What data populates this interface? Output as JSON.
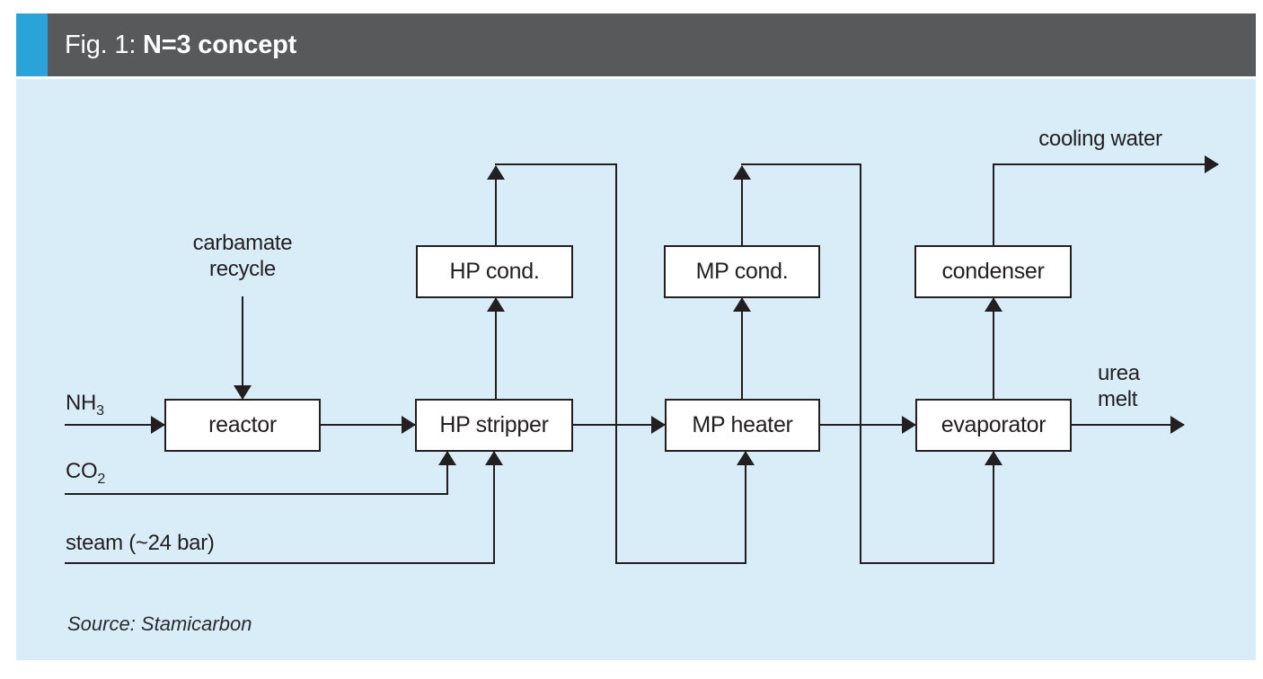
{
  "figure": {
    "prefix": "Fig. 1: ",
    "title": "N=3 concept"
  },
  "boxes": {
    "reactor": "reactor",
    "hp_stripper": "HP stripper",
    "mp_heater": "MP heater",
    "evaporator": "evaporator",
    "hp_cond": "HP cond.",
    "mp_cond": "MP cond.",
    "condenser": "condenser"
  },
  "streams": {
    "nh3": {
      "base": "NH",
      "sub": "3"
    },
    "co2": {
      "base": "CO",
      "sub": "2"
    },
    "steam": "steam (~24 bar)",
    "carbamate": {
      "line1": "carbamate",
      "line2": "recycle"
    },
    "cooling_water": "cooling water",
    "urea_melt": {
      "line1": "urea",
      "line2": "melt"
    }
  },
  "source": "Source: Stamicarbon",
  "colors": {
    "accent_blue": "#2aa3db",
    "header_gray": "#58595b",
    "panel_blue": "#d8edf8",
    "ink": "#231f20"
  }
}
